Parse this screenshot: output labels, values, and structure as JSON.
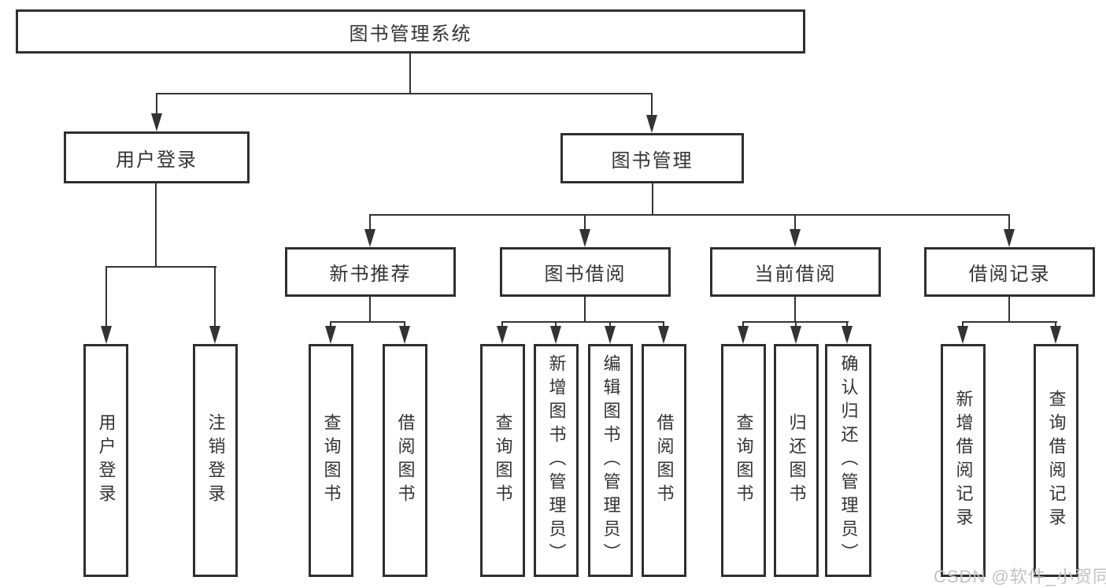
{
  "diagram": {
    "title_node": {
      "label": "图书管理系统"
    },
    "level1": [
      {
        "id": "user-login",
        "label": "用户登录"
      },
      {
        "id": "book-management",
        "label": "图书管理"
      }
    ],
    "level2": [
      {
        "id": "new-book-recommendation",
        "label": "新书推荐"
      },
      {
        "id": "book-borrowing",
        "label": "图书借阅"
      },
      {
        "id": "current-borrowing",
        "label": "当前借阅"
      },
      {
        "id": "borrowing-records",
        "label": "借阅记录"
      }
    ],
    "leaves": {
      "user_login": [
        {
          "label": "用户登录"
        },
        {
          "label": "注销登录"
        }
      ],
      "new_book": [
        {
          "label": "查询图书"
        },
        {
          "label": "借阅图书"
        }
      ],
      "book_borrowing": [
        {
          "label": "查询图书"
        },
        {
          "label": "新增图书（管理员）"
        },
        {
          "label": "编辑图书（管理员）"
        },
        {
          "label": "借阅图书"
        }
      ],
      "current_borrowing": [
        {
          "label": "查询图书"
        },
        {
          "label": "归还图书"
        },
        {
          "label": "确认归还（管理员）"
        }
      ],
      "borrowing_records": [
        {
          "label": "新增借阅记录"
        },
        {
          "label": "查询借阅记录"
        }
      ]
    }
  },
  "watermark": {
    "text": "CSDN @软件_小贺同学"
  },
  "colors": {
    "line": "#333333",
    "box_border": "#2f2f2f",
    "text": "#333333",
    "background": "#ffffff",
    "watermark": "#c2c2c2"
  }
}
